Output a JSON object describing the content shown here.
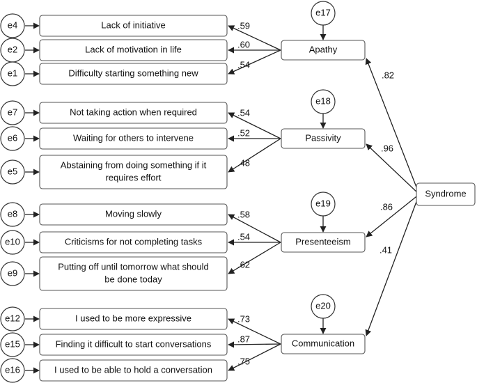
{
  "indicators": [
    {
      "id": "e4",
      "text": [
        "Lack of initiative"
      ]
    },
    {
      "id": "e2",
      "text": [
        "Lack of motivation in life"
      ]
    },
    {
      "id": "e1",
      "text": [
        "Difficulty starting something new"
      ]
    },
    {
      "id": "e7",
      "text": [
        "Not taking action when required"
      ]
    },
    {
      "id": "e6",
      "text": [
        "Waiting for others to intervene"
      ]
    },
    {
      "id": "e5",
      "text": [
        "Abstaining from doing something if it",
        "requires effort"
      ]
    },
    {
      "id": "e8",
      "text": [
        "Moving slowly"
      ]
    },
    {
      "id": "e10",
      "text": [
        "Criticisms for not completing tasks"
      ]
    },
    {
      "id": "e9",
      "text": [
        "Putting off until tomorrow what should",
        "be done today"
      ]
    },
    {
      "id": "e12",
      "text": [
        "I used to be more expressive"
      ]
    },
    {
      "id": "e15",
      "text": [
        "Finding it difficult to start conversations"
      ]
    },
    {
      "id": "e16",
      "text": [
        "I used to be able to hold a conversation"
      ]
    }
  ],
  "factors": [
    {
      "id": "e17",
      "name": "Apathy",
      "loadings": [
        ".59",
        ".60",
        ".54"
      ],
      "path": ".82"
    },
    {
      "id": "e18",
      "name": "Passivity",
      "loadings": [
        ".54",
        ".52",
        ".48"
      ],
      "path": ".96"
    },
    {
      "id": "e19",
      "name": "Presenteeism",
      "loadings": [
        ".58",
        ".54",
        ".62"
      ],
      "path": ".86"
    },
    {
      "id": "e20",
      "name": "Communication",
      "loadings": [
        ".73",
        ".87",
        ".75"
      ],
      "path": ".41"
    }
  ],
  "second_order": {
    "name": "Syndrome"
  }
}
